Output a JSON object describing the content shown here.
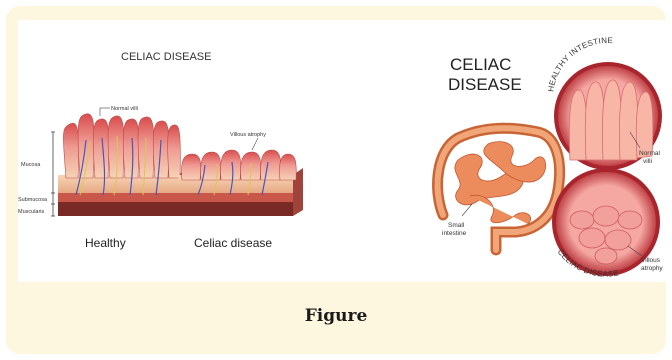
{
  "left_panel": {
    "title": "CELIAC DISEASE",
    "healthy_label": "Healthy",
    "celiac_label": "Celiac disease",
    "annotations": {
      "normal_villi": "Normal villi",
      "villous_atrophy": "Villous atrophy",
      "mucosa": "Mucosa",
      "submucosa": "Submucosa",
      "muscularis": "Muscularis"
    }
  },
  "right_panel": {
    "title_line1": "CELIAC",
    "title_line2": "DISEASE",
    "healthy_intestine": "HEALTHY INTESTINE",
    "celiac_disease_arc": "CELIAC DISEASE",
    "small_intestine_line1": "Small",
    "small_intestine_line2": "intestine",
    "normal_villi_line1": "Normal",
    "normal_villi_line2": "villi",
    "villous_atrophy_line1": "Villous",
    "villous_atrophy_line2": "atrophy"
  },
  "caption": "Figure",
  "colors": {
    "frame_bg": "#fdf7df",
    "villi_pink": "#e98b8b",
    "villi_red": "#c94747",
    "tissue_peach": "#f4c9a6",
    "muscle_dark": "#7a2a26",
    "intestine_orange": "#e98a55"
  }
}
